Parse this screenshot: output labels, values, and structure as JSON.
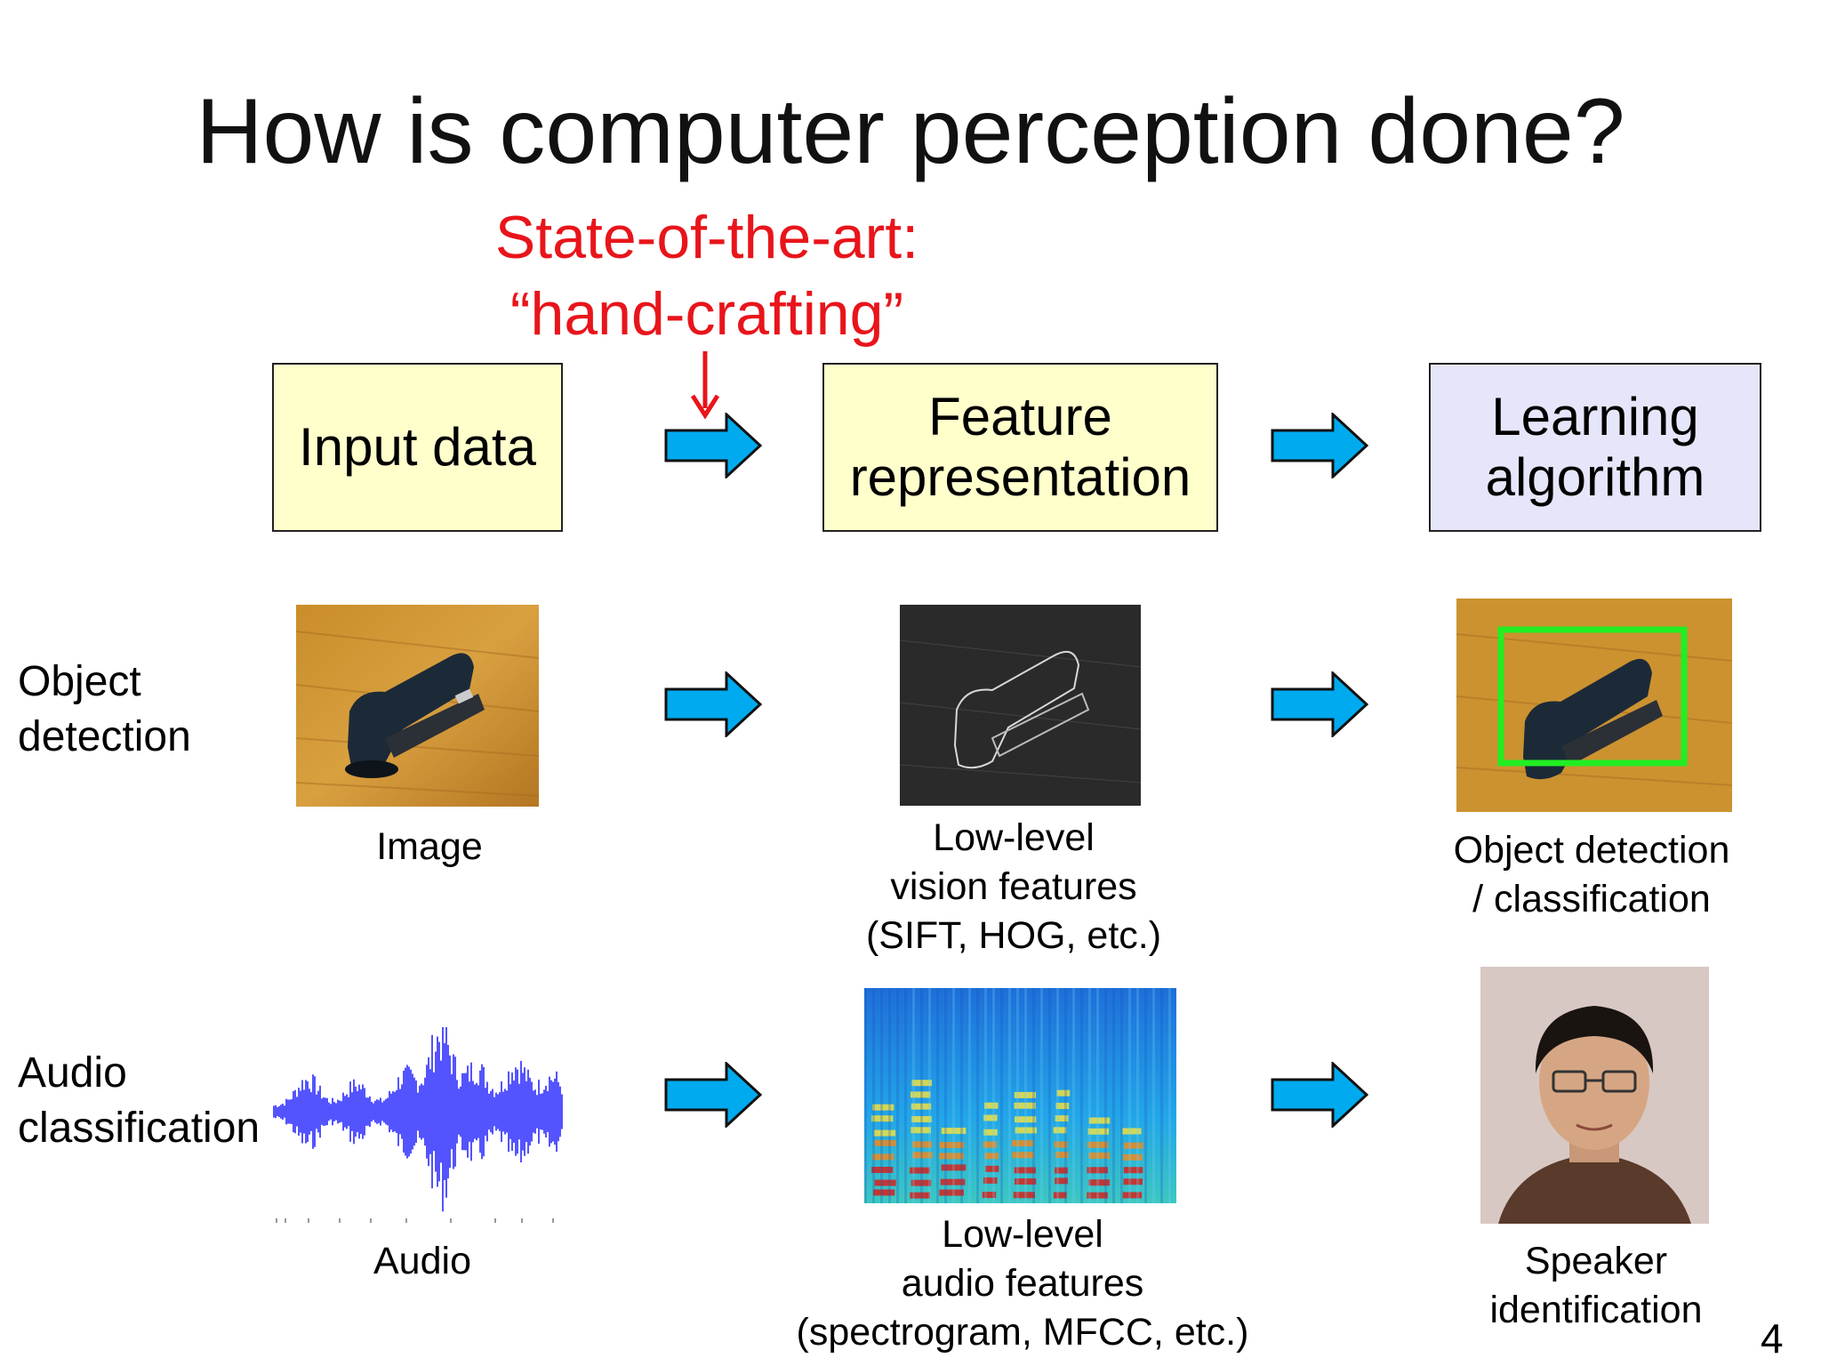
{
  "slide": {
    "title": "How is computer perception done?",
    "page_number": "4"
  },
  "annotation": {
    "line1": "State-of-the-art:",
    "line2": "“hand-crafting”",
    "color": "#e8151b"
  },
  "pipeline": {
    "input": {
      "label": "Input data",
      "fill": "#ffffcc"
    },
    "features": {
      "line1": "Feature",
      "line2": "representation",
      "fill": "#ffffcc"
    },
    "learning": {
      "line1": "Learning",
      "line2": "algorithm",
      "fill": "#e6e6fa"
    }
  },
  "rows": {
    "object": {
      "label_line1": "Object",
      "label_line2": "detection",
      "input_caption": "Image",
      "feature_caption": [
        "Low-level",
        "vision features",
        "(SIFT, HOG, etc.)"
      ],
      "output_caption": [
        "Object detection",
        "/ classification"
      ]
    },
    "audio": {
      "label_line1": "Audio",
      "label_line2": "classification",
      "input_caption": "Audio",
      "feature_caption": [
        "Low-level",
        "audio features",
        "(spectrogram, MFCC, etc.)"
      ],
      "output_caption": [
        "Speaker",
        "identification"
      ]
    }
  },
  "colors": {
    "arrow_fill": "#00aaee",
    "bounding_box": "#22ee22",
    "waveform": "#1a1aff"
  }
}
